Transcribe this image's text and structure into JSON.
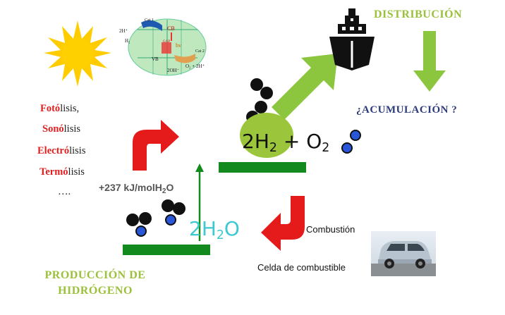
{
  "labels": {
    "distribution": "DISTRIBUCIÓN",
    "accumulation": "¿ACUMULACIÓN ?",
    "production_line1": "PRODUCCIÓN DE",
    "production_line2": "HIDRÓGENO",
    "energy_prefix": "+237 kJ/molH",
    "energy_sub": "2",
    "energy_suffix": "O",
    "combustion": "Combustión",
    "fuel_cell": "Celda de combustible",
    "ellipsis": "…."
  },
  "methods": [
    {
      "red": "Fotó",
      "rest": "lisis,"
    },
    {
      "red": "Sonó",
      "rest": "lisis"
    },
    {
      "red": "Electró",
      "rest": "lisis"
    },
    {
      "red": "Termó",
      "rest": "lisis"
    }
  ],
  "equation": {
    "h2_coef": "2H",
    "h2_sub": "2",
    "plus": " + ",
    "o2": "O",
    "o2_sub": "2"
  },
  "water": {
    "coef": "2H",
    "sub": "2",
    "o": "O"
  },
  "inset_diagram": {
    "cat1": "Cat 1",
    "cat2": "Cat 2",
    "cb": "CB",
    "gap": "GAP",
    "hv": "hv",
    "vb": "VB",
    "h_plus": "2H⁺",
    "h2": "H₂",
    "oh": "2OH⁻",
    "o2": "O₂ + 2H⁺"
  },
  "colors": {
    "green_label": "#9bc13b",
    "green_arrow": "#8cc63f",
    "red_arrow": "#e51b1b",
    "dark_green_bar": "#138a1e",
    "water_cyan": "#3ec8d2",
    "sun": "#ffcc00",
    "molecule_blue": "#2a57d9",
    "navy_text": "#2c3b7a"
  }
}
